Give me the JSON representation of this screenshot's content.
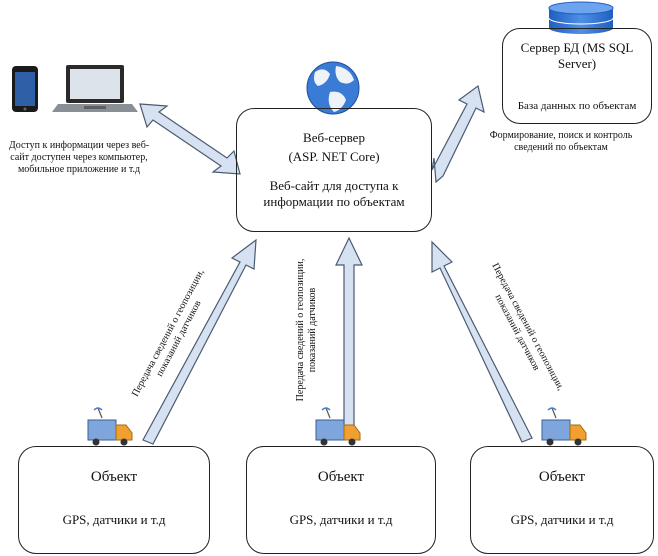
{
  "web_server": {
    "title": "Веб-сервер",
    "subtitle": "(ASP. NET Core)",
    "description": "Веб-сайт для доступа к информации по объектам"
  },
  "db_server": {
    "title": "Сервер БД (MS SQL Server)",
    "description": "База данных по объектам"
  },
  "client": {
    "description": "Доступ к информации через веб-сайт доступен через компьютер, мобильное приложение и т.д"
  },
  "db_link_label": "Формирование, поиск и контроль сведений по объектам",
  "objects": [
    {
      "title": "Объект",
      "description": "GPS, датчики и т.д"
    },
    {
      "title": "Объект",
      "description": "GPS, датчики и т.д"
    },
    {
      "title": "Объект",
      "description": "GPS, датчики и т.д"
    }
  ],
  "upload_labels": [
    "Передача сведений о геопозиции, показаний датчиков",
    "Передача сведений о геопозиции, показаний датчиков",
    "Передача сведений о геопозиции, показаний датчиков"
  ],
  "icons": {
    "globe": "globe-icon",
    "database": "database-icon",
    "phone": "mobile-phone-icon",
    "laptop": "laptop-icon",
    "truck": "delivery-truck-icon"
  },
  "colors": {
    "arrow_fill": "#d6e2f2",
    "arrow_stroke": "#4a5a70",
    "globe": "#3a7bd5",
    "database": "#2e6fd0",
    "truck_body": "#7fa6dc",
    "truck_cab": "#f0a030"
  }
}
